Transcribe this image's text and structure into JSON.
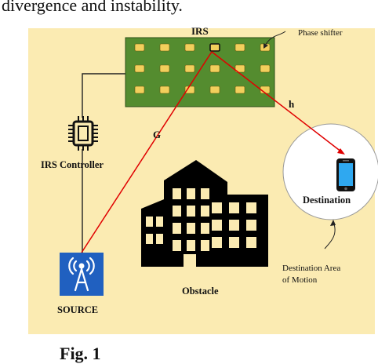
{
  "header_text": "divergence and instability.",
  "figure_label": "Fig. 1",
  "labels": {
    "irs": "IRS",
    "phase_shifter": "Phase shifter",
    "irs_controller": "IRS Controller",
    "source": "SOURCE",
    "obstacle": "Obstacle",
    "destination": "Destination",
    "destination_area": [
      "Destination Area",
      "of Motion"
    ],
    "channel_g": "G",
    "channel_h": "h"
  },
  "colors": {
    "background": "#fbebb2",
    "irs_panel": "#548c2f",
    "irs_element": "#f2cf5c",
    "link": "#e00000",
    "source": "#2060c0",
    "phone_screen": "#2fa8f0"
  },
  "irs_grid": {
    "rows": 3,
    "cols": 6
  }
}
